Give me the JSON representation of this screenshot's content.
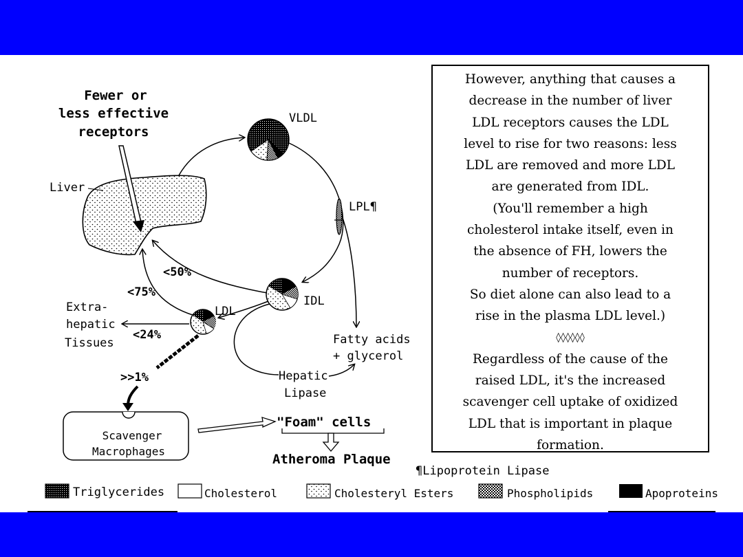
{
  "diagram": {
    "annotation": [
      "Fewer or",
      "less effective",
      "receptors"
    ],
    "liver": "Liver",
    "vldl": "VLDL",
    "lpl": "LPL¶",
    "idl": "IDL",
    "ldl": "LDL",
    "pct_50": "<50%",
    "pct_75": "<75%",
    "pct_24": "<24%",
    "pct_1": ">>1%",
    "extrahepatic": [
      "Extra-",
      "hepatic",
      "Tissues"
    ],
    "fatty_acids": [
      "Fatty acids",
      "+ glycerol"
    ],
    "hepatic_lipase": [
      "Hepatic",
      "Lipase"
    ],
    "scavenger": [
      "Scavenger",
      "Macrophages"
    ],
    "foam_cells": "\"Foam\" cells",
    "atheroma": "Atheroma Plaque",
    "footnote": "¶Lipoprotein Lipase"
  },
  "note_lines": [
    "However, anything that causes a",
    "decrease in the number of liver",
    "LDL  receptors causes the LDL",
    "level to rise for two reasons: less",
    "LDL are removed and more LDL",
    "are generated from IDL.",
    "(You'll remember a high",
    "cholesterol intake itself, even in",
    "the absence of FH, lowers the",
    "number of receptors.",
    "So diet alone can also lead to a",
    "rise in the plasma LDL level.)",
    "◊◊◊◊◊◊",
    "Regardless of the cause of the",
    "raised LDL, it's the increased",
    "scavenger cell uptake of oxidized",
    "LDL that is important in plaque",
    "formation."
  ],
  "legend": [
    "Triglycerides",
    "Cholesterol",
    "Cholesteryl Esters",
    "Phospholipids",
    "Apoproteins"
  ],
  "colors": {
    "frame": "#0000ff",
    "slide": "#ffffff",
    "ink": "#000000"
  }
}
